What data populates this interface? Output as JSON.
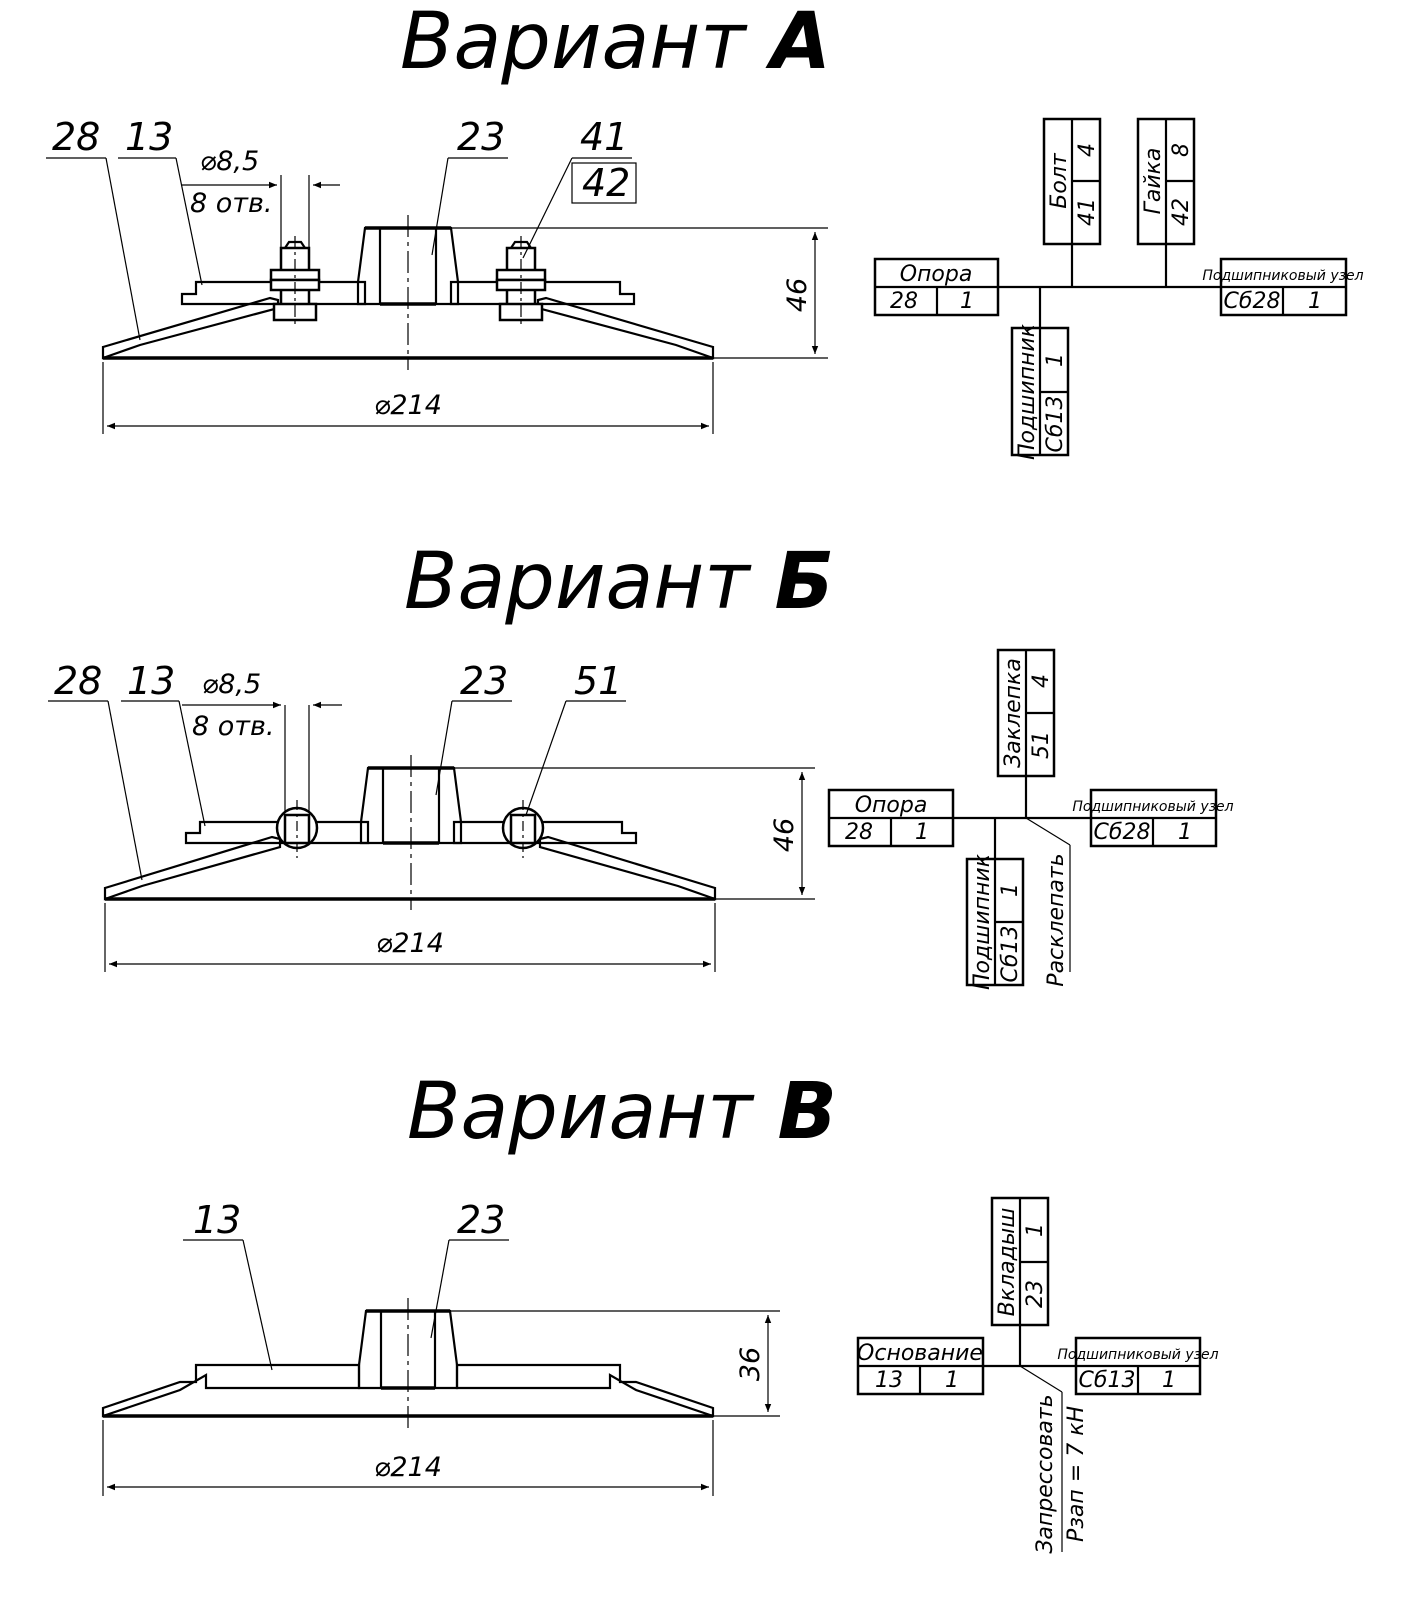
{
  "variants": [
    {
      "title_prefix": "Вариант",
      "title_letter": "А",
      "callouts": {
        "part28": "28",
        "part13": "13",
        "part23": "23",
        "part41": "41",
        "part42": "42"
      },
      "hole_diameter": "⌀8,5",
      "hole_count": "8 отв.",
      "height_dim": "46",
      "diameter_dim": "⌀214",
      "schema": {
        "left": {
          "name": "Опора",
          "pos": "28",
          "qty": "1"
        },
        "right": {
          "name": "Подшипниковый узел",
          "pos": "Сб28",
          "qty": "1"
        },
        "top1": {
          "name": "Болт",
          "pos": "41",
          "qty": "4"
        },
        "top2": {
          "name": "Гайка",
          "pos": "42",
          "qty": "8"
        },
        "bottom": {
          "name": "Подшипник",
          "pos": "Сб13",
          "qty": "1"
        }
      }
    },
    {
      "title_prefix": "Вариант",
      "title_letter": "Б",
      "callouts": {
        "part28": "28",
        "part13": "13",
        "part23": "23",
        "part51": "51"
      },
      "hole_diameter": "⌀8,5",
      "hole_count": "8 отв.",
      "height_dim": "46",
      "diameter_dim": "⌀214",
      "schema": {
        "left": {
          "name": "Опора",
          "pos": "28",
          "qty": "1"
        },
        "right": {
          "name": "Подшипниковый узел",
          "pos": "Сб28",
          "qty": "1"
        },
        "top": {
          "name": "Заклепка",
          "pos": "51",
          "qty": "4"
        },
        "bottom": {
          "name": "Подшипник",
          "pos": "Сб13",
          "qty": "1"
        },
        "operation": "Расклепать"
      }
    },
    {
      "title_prefix": "Вариант",
      "title_letter": "В",
      "callouts": {
        "part13": "13",
        "part23": "23"
      },
      "height_dim": "36",
      "diameter_dim": "⌀214",
      "schema": {
        "left": {
          "name": "Основание",
          "pos": "13",
          "qty": "1"
        },
        "right": {
          "name": "Подшипниковый узел",
          "pos": "Сб13",
          "qty": "1"
        },
        "top": {
          "name": "Вкладыш",
          "pos": "23",
          "qty": "1"
        },
        "operation": "Запрессовать",
        "force": "Pзап = 7 кН"
      }
    }
  ]
}
